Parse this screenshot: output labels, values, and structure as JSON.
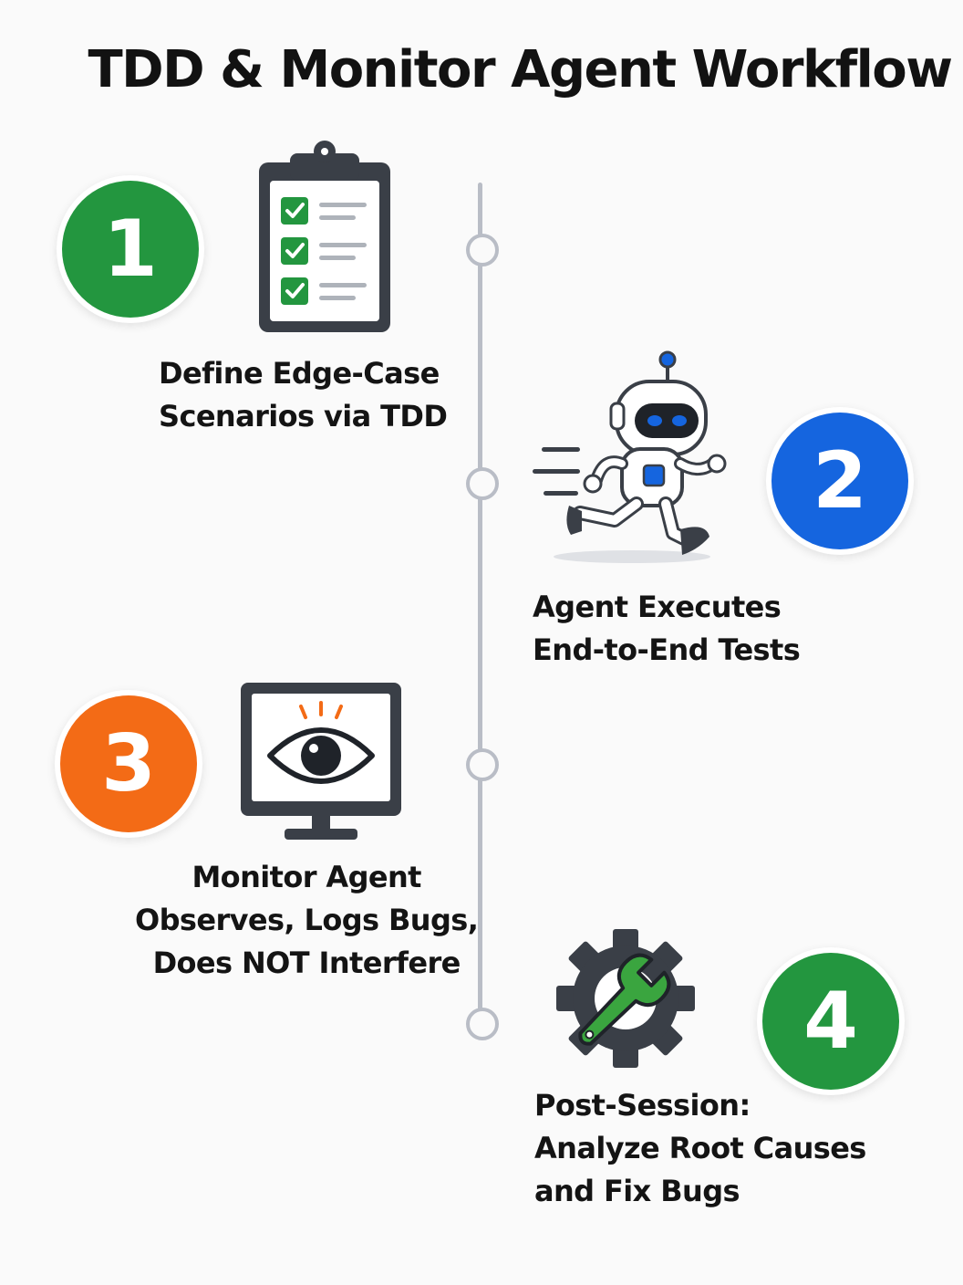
{
  "title": "TDD & Monitor Agent Workflow",
  "colors": {
    "green": "#23963f",
    "blue": "#1565df",
    "orange": "#f36b16",
    "timeline": "#b9bdc6",
    "icon_dark": "#3a3f47"
  },
  "steps": [
    {
      "number": "1",
      "color": "#23963f",
      "icon": "clipboard-checklist-icon",
      "label_lines": [
        "Define Edge-Case",
        "Scenarios via TDD"
      ]
    },
    {
      "number": "2",
      "color": "#1565df",
      "icon": "running-robot-icon",
      "label_lines": [
        "Agent Executes",
        "End-to-End Tests"
      ]
    },
    {
      "number": "3",
      "color": "#f36b16",
      "icon": "monitor-eye-icon",
      "label_lines": [
        "Monitor Agent",
        "Observes, Logs Bugs,",
        "Does NOT Interfere"
      ]
    },
    {
      "number": "4",
      "color": "#23963f",
      "icon": "gear-wrench-icon",
      "label_lines": [
        "Post-Session:",
        "Analyze Root Causes",
        "and Fix Bugs"
      ]
    }
  ]
}
